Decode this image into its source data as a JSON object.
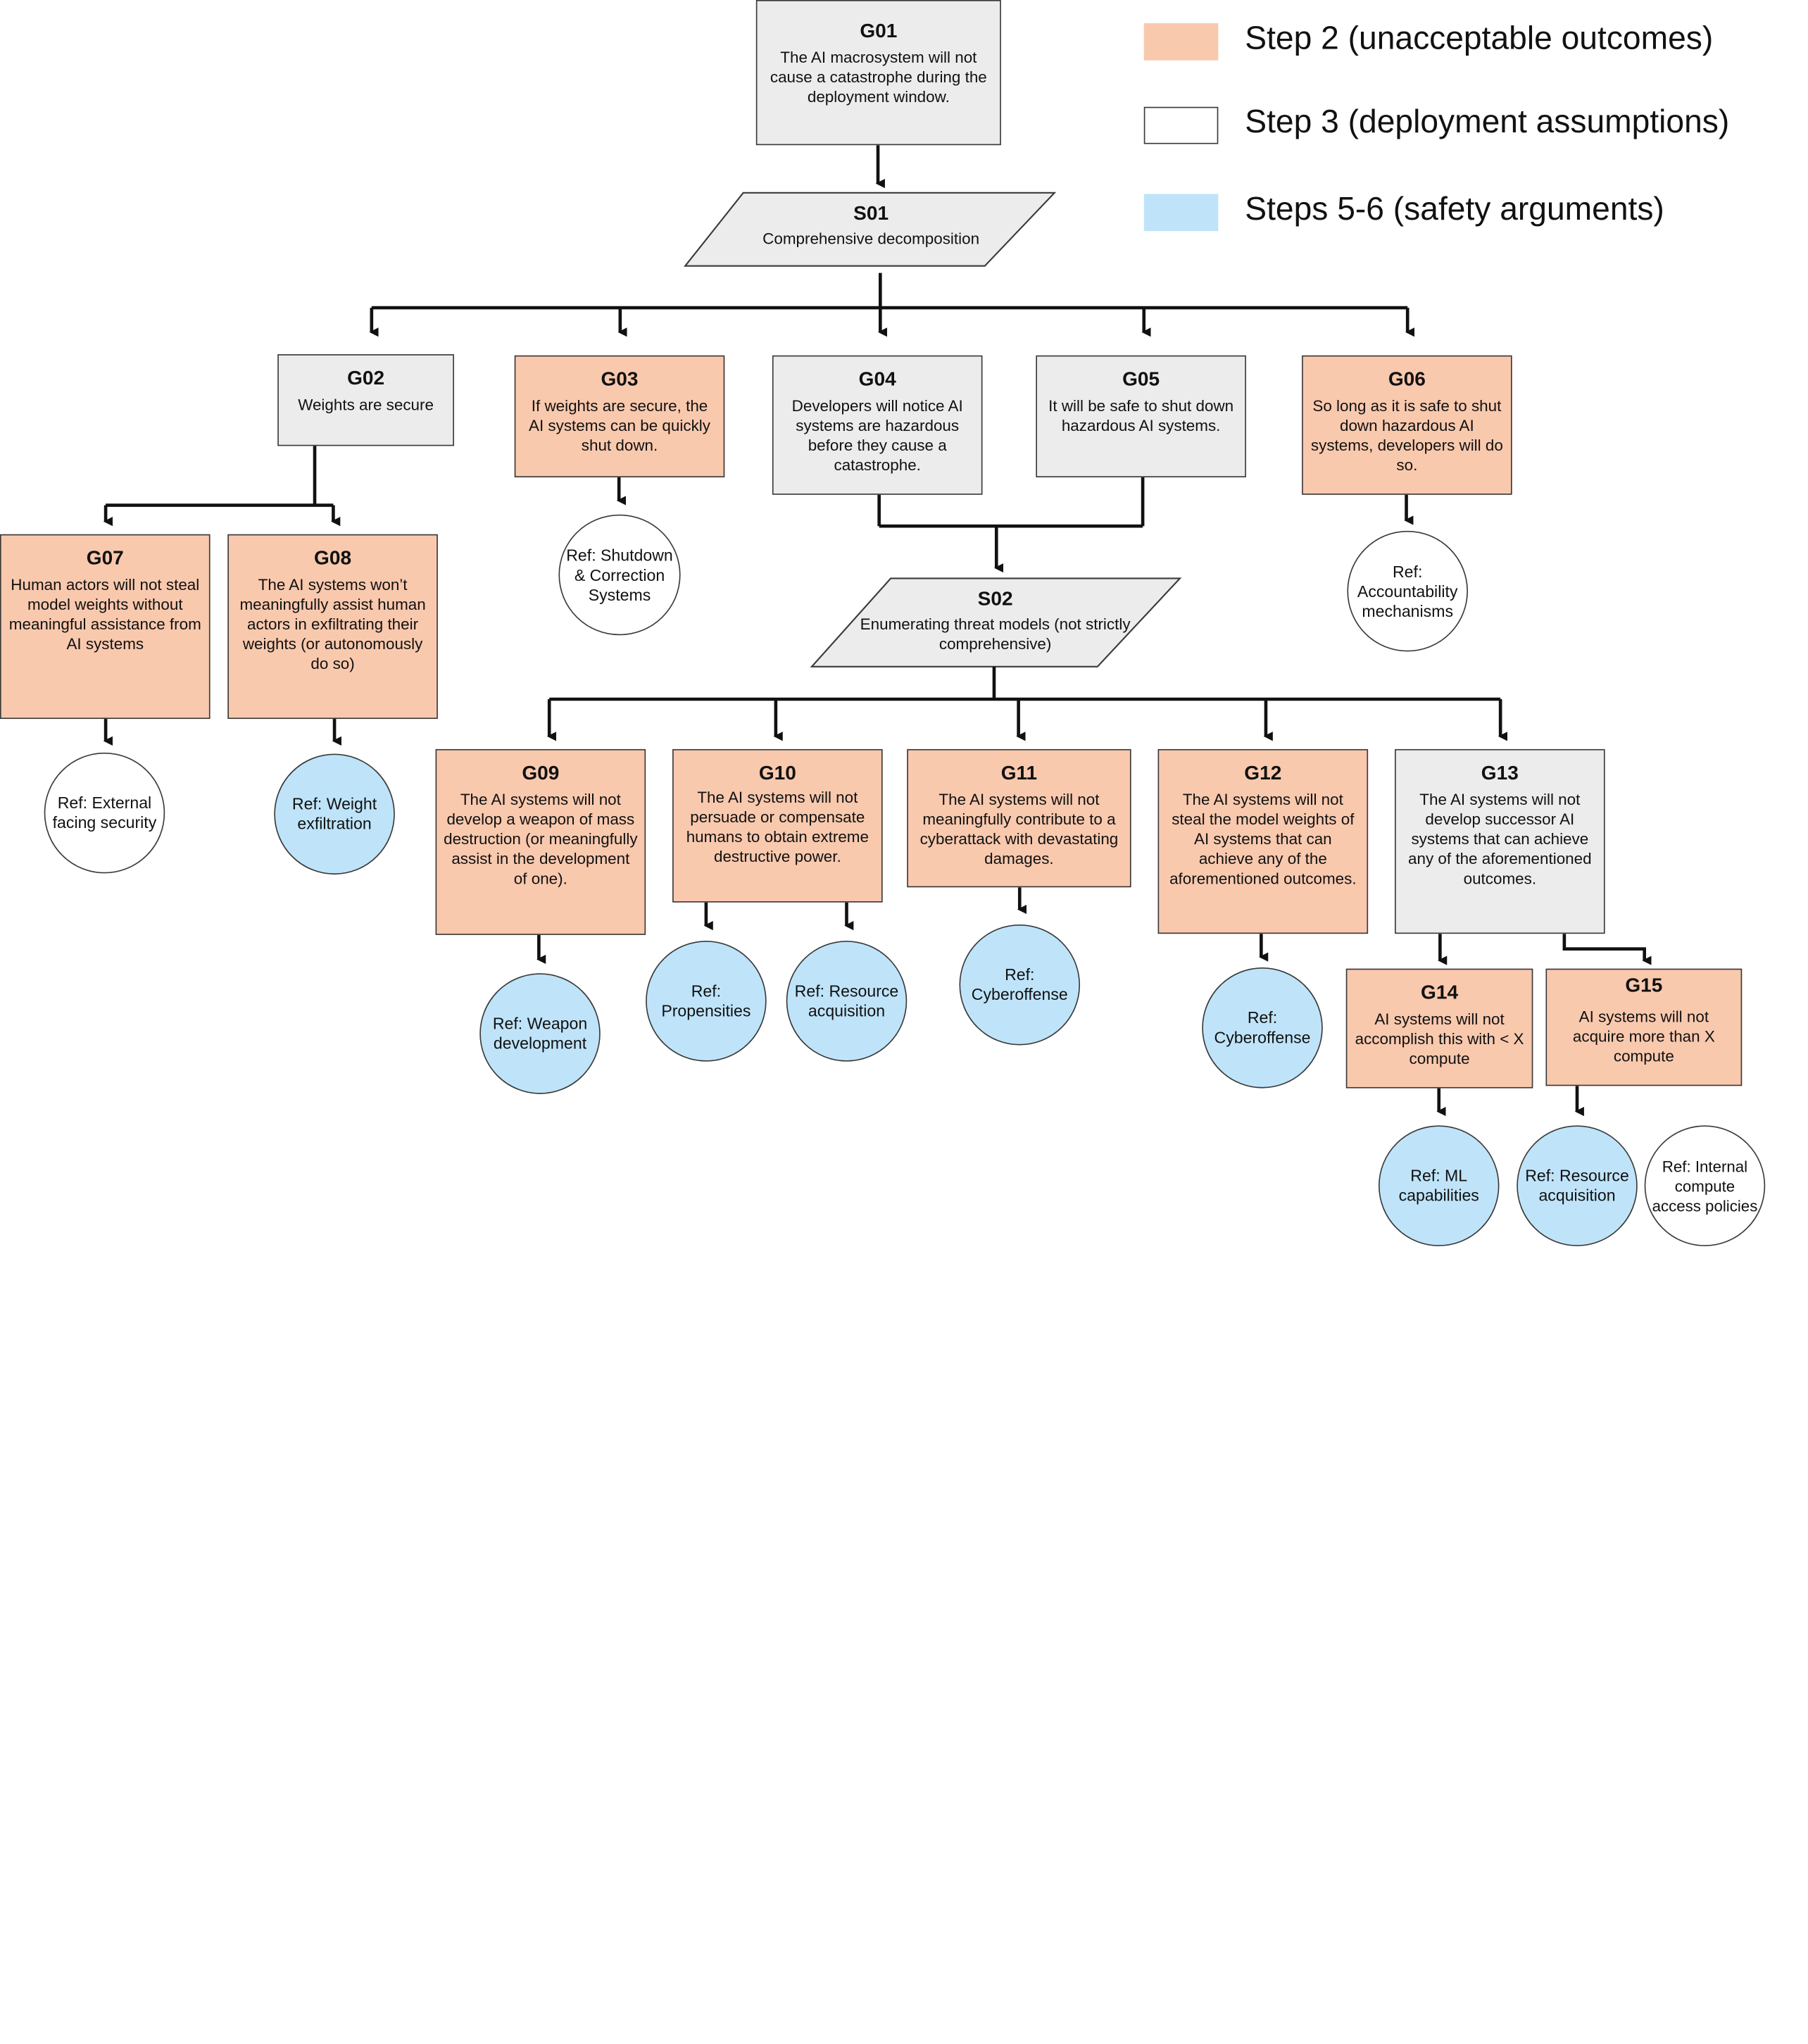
{
  "legend": {
    "step2": "Step 2 (unacceptable outcomes)",
    "step3": "Step 3 (deployment assumptions)",
    "step56": "Steps 5-6 (safety arguments)"
  },
  "nodes": {
    "G01": {
      "id": "G01",
      "text": "The AI macrosystem will not cause a catastrophe during the deployment window."
    },
    "S01": {
      "id": "S01",
      "text": "Comprehensive decomposition"
    },
    "G02": {
      "id": "G02",
      "text": "Weights are secure"
    },
    "G03": {
      "id": "G03",
      "text": "If weights are secure, the AI systems can be quickly shut down."
    },
    "G04": {
      "id": "G04",
      "text": "Developers will notice AI systems are hazardous before they cause a catastrophe."
    },
    "G05": {
      "id": "G05",
      "text": "It will be safe to shut down hazardous AI systems."
    },
    "G06": {
      "id": "G06",
      "text": "So long as it is safe to shut down hazardous AI systems, developers will do so."
    },
    "G07": {
      "id": "G07",
      "text": "Human actors will not steal model weights without meaningful assistance from AI systems"
    },
    "G08": {
      "id": "G08",
      "text": "The AI systems won’t meaningfully assist human actors in exfiltrating their weights (or autonomously do so)"
    },
    "S02": {
      "id": "S02",
      "text": "Enumerating threat models (not strictly comprehensive)"
    },
    "G09": {
      "id": "G09",
      "text": "The AI systems will not develop a weapon of mass destruction (or meaningfully assist in the development of one)."
    },
    "G10": {
      "id": "G10",
      "text": "The AI systems will not persuade or compensate humans to obtain extreme destructive power."
    },
    "G11": {
      "id": "G11",
      "text": "The AI systems will not meaningfully contribute to a cyberattack with devastating damages."
    },
    "G12": {
      "id": "G12",
      "text": "The AI systems will not steal the model weights of AI systems that can achieve any of the aforementioned outcomes."
    },
    "G13": {
      "id": "G13",
      "text": "The AI systems will not develop successor AI systems that can achieve any of the aforementioned outcomes."
    },
    "G14": {
      "id": "G14",
      "text": "AI systems will not accomplish this with < X compute"
    },
    "G15": {
      "id": "G15",
      "text": "AI systems will not acquire more than X compute"
    }
  },
  "refs": {
    "shutdown": "Ref: Shutdown & Correction Systems",
    "accountability": "Ref: Accountability mechanisms",
    "external": "Ref: External facing security",
    "exfiltration": "Ref: Weight exfiltration",
    "weapon": "Ref: Weapon development",
    "propensities": "Ref: Propensities",
    "resource1": "Ref: Resource acquisition",
    "cyber1": "Ref: Cyberoffense",
    "cyber2": "Ref: Cyberoffense",
    "ml": "Ref: ML capabilities",
    "resource2": "Ref: Resource acquisition",
    "internal": "Ref: Internal compute access policies"
  },
  "colors": {
    "step2": "#f9c9ae",
    "step3": "#ffffff",
    "step56": "#bfe4fa",
    "neutral": "#ececec"
  }
}
